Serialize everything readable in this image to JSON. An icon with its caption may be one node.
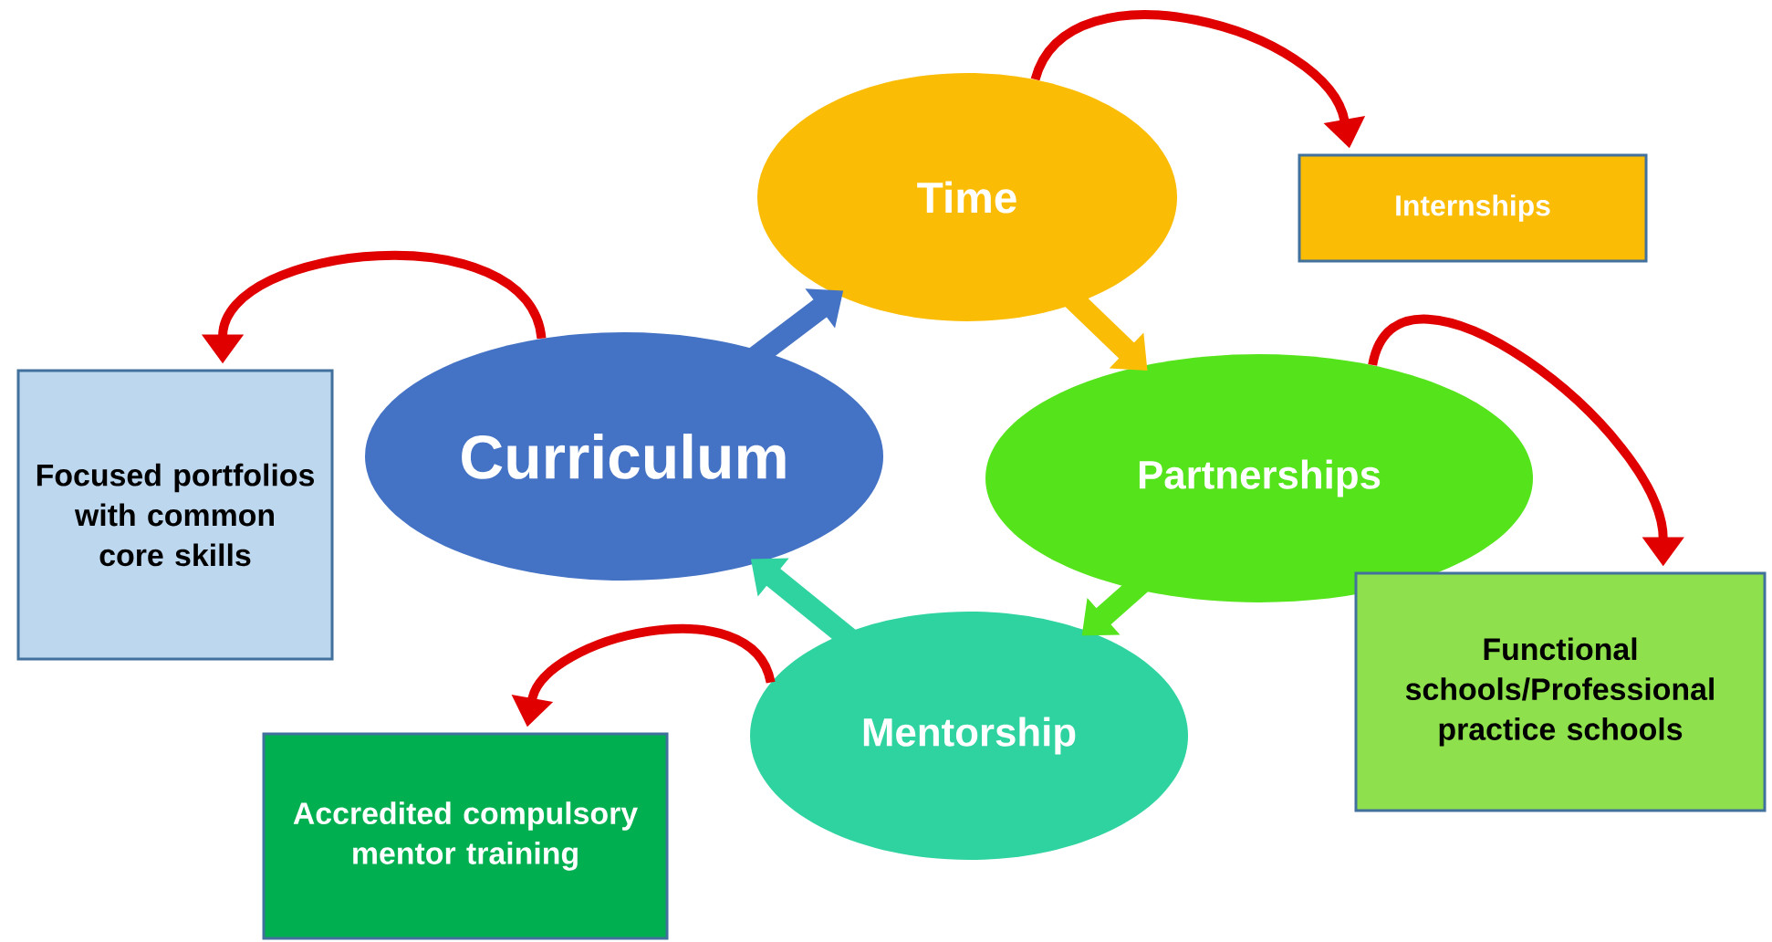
{
  "diagram": {
    "nodes": [
      {
        "text": [
          "Time"
        ]
      },
      {
        "text": [
          "Internships"
        ]
      },
      {
        "text": [
          "Curriculum"
        ]
      },
      {
        "text": [
          "Focused portfolios with common core skills"
        ]
      },
      {
        "text": [
          "Partnerships"
        ]
      },
      {
        "text": [
          "Functional schools/Professional practice schools"
        ]
      },
      {
        "text": [
          "Mentorship"
        ]
      },
      {
        "text": [
          "Accredited compulsory mentor training"
        ]
      }
    ],
    "edges": [
      {
        "from": 2,
        "to": 0,
        "arrow": "to",
        "style": "thick",
        "color": "#4472c4"
      },
      {
        "from": 0,
        "to": 4,
        "arrow": "to",
        "style": "thick",
        "color": "#fbbc05"
      },
      {
        "from": 4,
        "to": 6,
        "arrow": "to",
        "style": "thick",
        "color": "#55e31c"
      },
      {
        "from": 6,
        "to": 2,
        "arrow": "to",
        "style": "thick",
        "color": "#2fd3a0"
      },
      {
        "from": 0,
        "to": 1,
        "arrow": "to",
        "color": "#e00000"
      },
      {
        "from": 2,
        "to": 3,
        "arrow": "to",
        "color": "#e00000"
      },
      {
        "from": 4,
        "to": 5,
        "arrow": "to",
        "color": "#e00000"
      },
      {
        "from": 6,
        "to": 7,
        "arrow": "to",
        "color": "#e00000"
      }
    ]
  }
}
